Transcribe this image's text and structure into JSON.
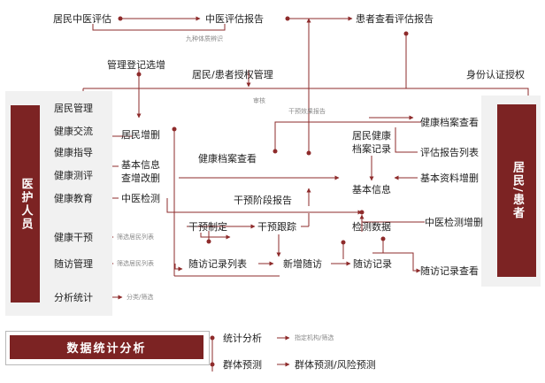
{
  "left_panel": {
    "title": "医护人员",
    "items": [
      "居民管理",
      "健康交流",
      "健康指导",
      "健康测评",
      "健康教育",
      "健康干预",
      "随访管理",
      "分析统计"
    ],
    "hints": [
      "筛选居民列表",
      "筛选居民列表",
      "分类/筛选"
    ]
  },
  "right_panel": {
    "title": "居民/患者",
    "items": [
      "健康档案查看",
      "评估报告列表",
      "基本资料增删",
      "中医检测增删",
      "随访记录查看"
    ]
  },
  "top": {
    "resident_assess": "居民中医评估",
    "assess_report": "中医评估报告",
    "patient_view_report": "患者查看评估报告",
    "constitution": "九种体质辨识",
    "register": "管理登记选增",
    "authorize": "居民/患者授权管理",
    "identity_auth": "身份认证授权",
    "review": "审核"
  },
  "middle": {
    "effect_report": "干预效果报告",
    "resident_add_del": "居民增删",
    "basic_info_edit": [
      "基本信息",
      "查增改删"
    ],
    "tcm_test": "中医检测",
    "archive_view": "健康档案查看",
    "resident_archive": [
      "居民健康",
      "档案记录"
    ],
    "basic_info": "基本信息",
    "stage_report": "干预阶段报告",
    "test_data": "检测数据",
    "plan": "干预制定",
    "track": "干预跟踪",
    "followup_list": "随访记录列表",
    "new_followup": "新增随访",
    "followup_record": "随访记录"
  },
  "stats": {
    "title": "数据统计分析",
    "row1_label": "统计分析",
    "row1_hint": "指定机构/筛选",
    "row2_label": "群体预测",
    "row2_value": "群体预测/风险预测"
  },
  "colors": {
    "accent": "#7c2323",
    "line": "#8e2b2b",
    "panel": "#f1f1f1"
  }
}
